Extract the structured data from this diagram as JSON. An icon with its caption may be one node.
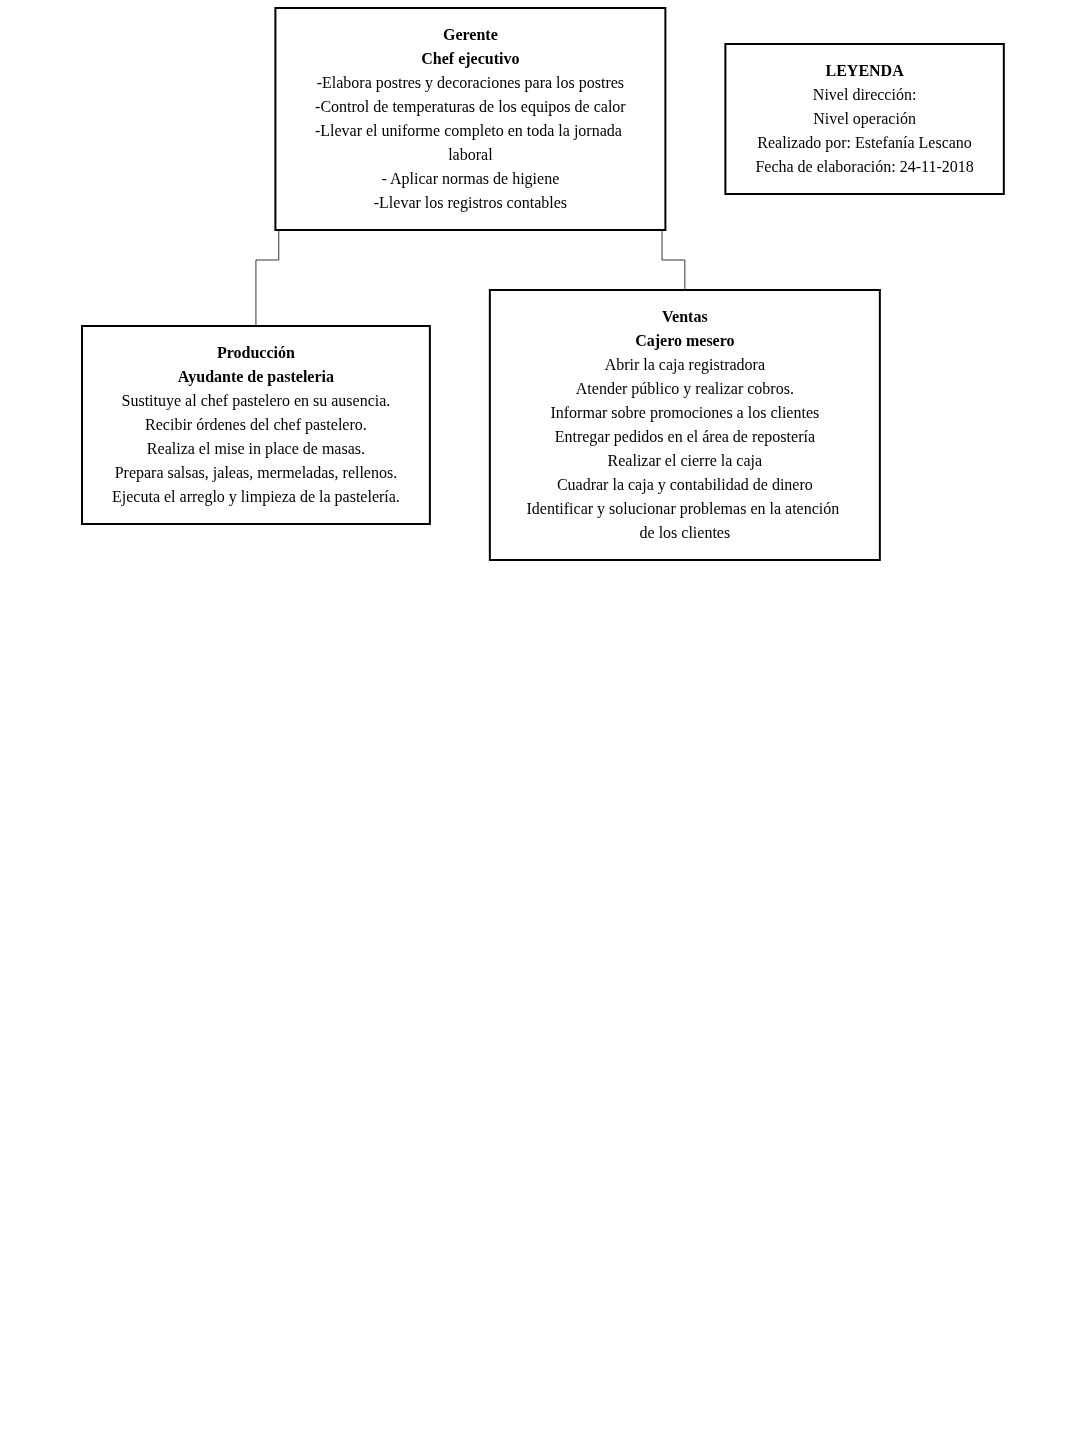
{
  "diagram": {
    "nodes": [
      {
        "text": [
          "Gerente",
          "Chef ejecutivo",
          "-Elabora postres y decoraciones para los postres",
          "-Control de temperaturas de los equipos de calor",
          "-Llevar el uniforme completo en toda la jornada laboral",
          "- Aplicar normas de higiene",
          "-Llevar los registros contables"
        ]
      },
      {
        "text": [
          "Producción",
          "Ayudante de pasteleria",
          "Sustituye al chef pastelero en su ausencia.",
          "Recibir órdenes del chef pastelero.",
          "Realiza el mise in place de masas.",
          "Prepara salsas, jaleas, mermeladas, rellenos.",
          "Ejecuta el arreglo y limpieza de la pastelería."
        ]
      },
      {
        "text": [
          "Ventas",
          "Cajero mesero",
          "Abrir la caja registradora",
          "Atender público y realizar cobros.",
          "Informar sobre promociones a los clientes",
          "Entregar pedidos en el área de repostería",
          "Realizar el cierre la caja",
          "Cuadrar la caja y contabilidad de dinero",
          "Identificar y solucionar problemas en la atención de los clientes"
        ]
      },
      {
        "text": [
          "LEYENDA",
          "Nivel dirección:",
          "Nivel operación",
          "Realizado por: Estefanía Lescano",
          "Fecha de elaboración: 24-11-2018"
        ]
      }
    ],
    "edges": [
      {
        "from": 0,
        "to": 1,
        "arrow": "none"
      },
      {
        "from": 0,
        "to": 2,
        "arrow": "none"
      }
    ]
  }
}
